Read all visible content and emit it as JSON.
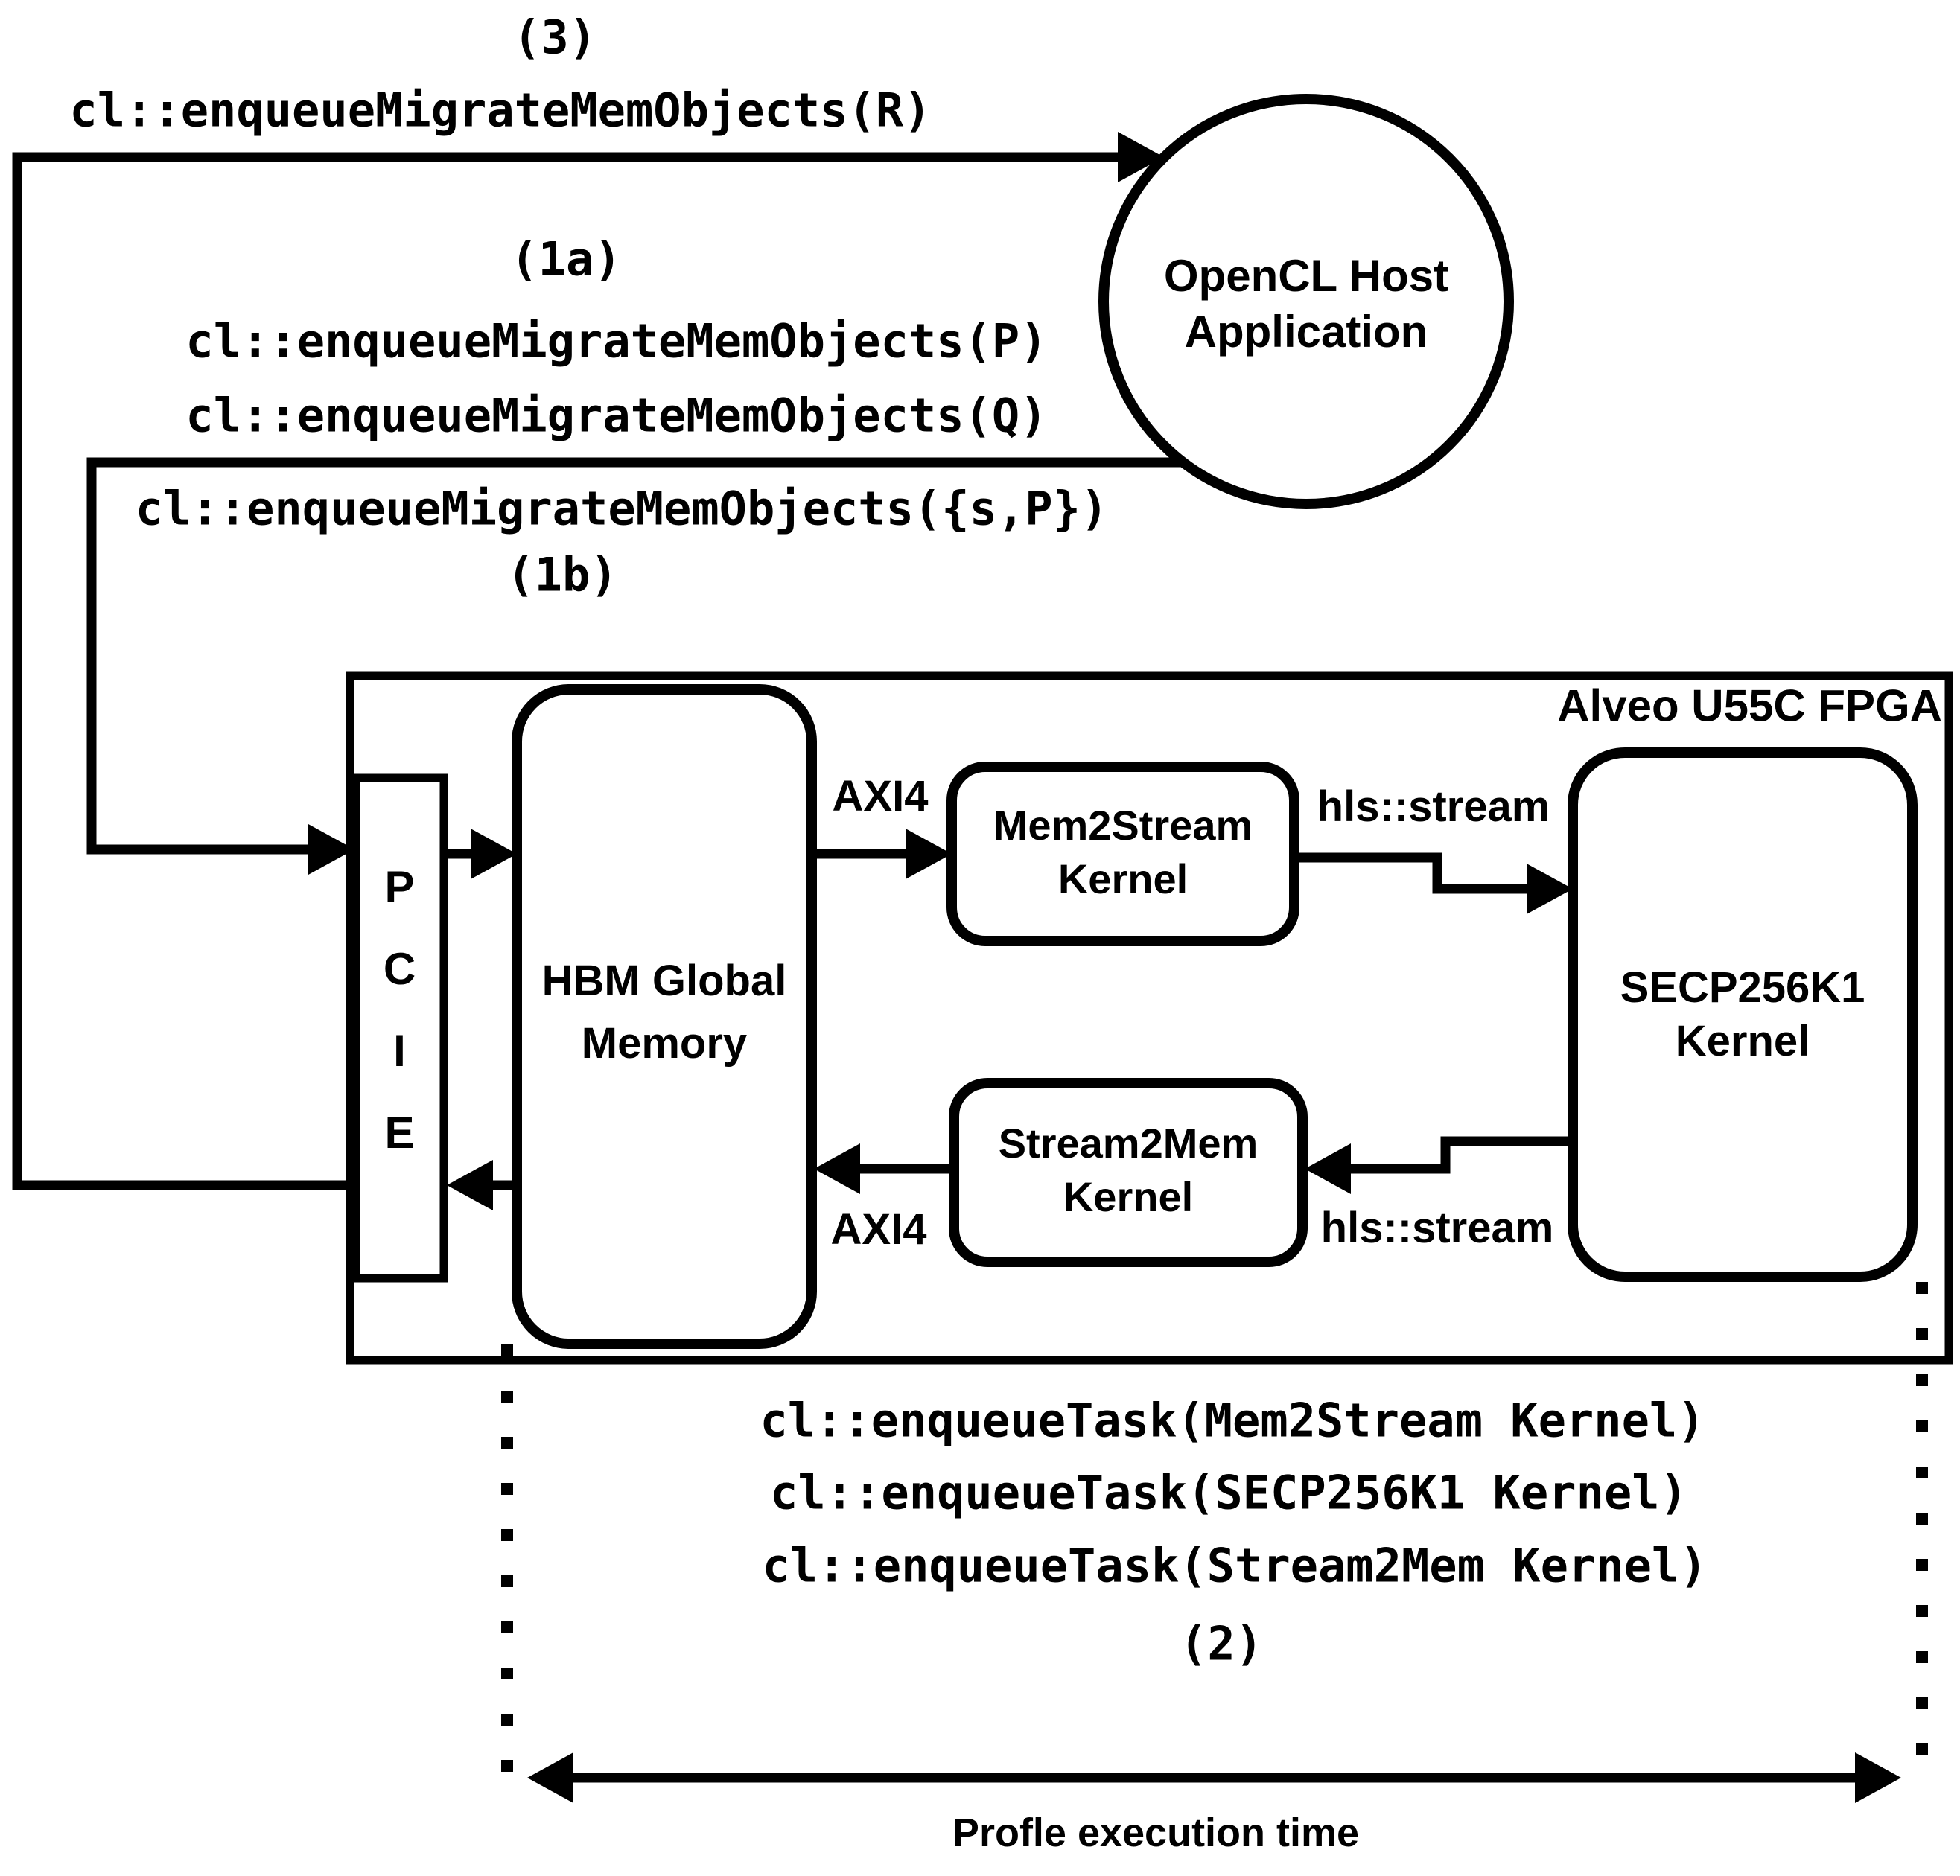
{
  "diagram": {
    "title_host_line1": "OpenCL Host",
    "title_host_line2": "Application",
    "fpga_label": "Alveo U55C FPGA",
    "pcie_letters": [
      "P",
      "C",
      "I",
      "E"
    ],
    "hbm_line1": "HBM Global",
    "hbm_line2": "Memory",
    "mem2stream_line1": "Mem2Stream",
    "mem2stream_line2": "Kernel",
    "stream2mem_line1": "Stream2Mem",
    "stream2mem_line2": "Kernel",
    "secp_line1": "SECP256K1",
    "secp_line2": "Kernel",
    "bus_axi4_top": "AXI4",
    "bus_axi4_bottom": "AXI4",
    "bus_hls_top": "hls::stream",
    "bus_hls_bottom": "hls::stream",
    "step_3": "(3)",
    "step_1a": "(1a)",
    "step_1b": "(1b)",
    "step_2": "(2)",
    "call_migrate_r": "cl::enqueueMigrateMemObjects(R)",
    "call_migrate_p": "cl::enqueueMigrateMemObjects(P)",
    "call_migrate_q": "cl::enqueueMigrateMemObjects(Q)",
    "call_migrate_sp": "cl::enqueueMigrateMemObjects({s,P})",
    "task_mem2stream": "cl::enqueueTask(Mem2Stream Kernel)",
    "task_secp": "cl::enqueueTask(SECP256K1 Kernel)",
    "task_stream2mem": "cl::enqueueTask(Stream2Mem Kernel)",
    "profile_label": "Profle execution time",
    "colors": {
      "ink": "#000000",
      "background": "#ffffff"
    }
  }
}
